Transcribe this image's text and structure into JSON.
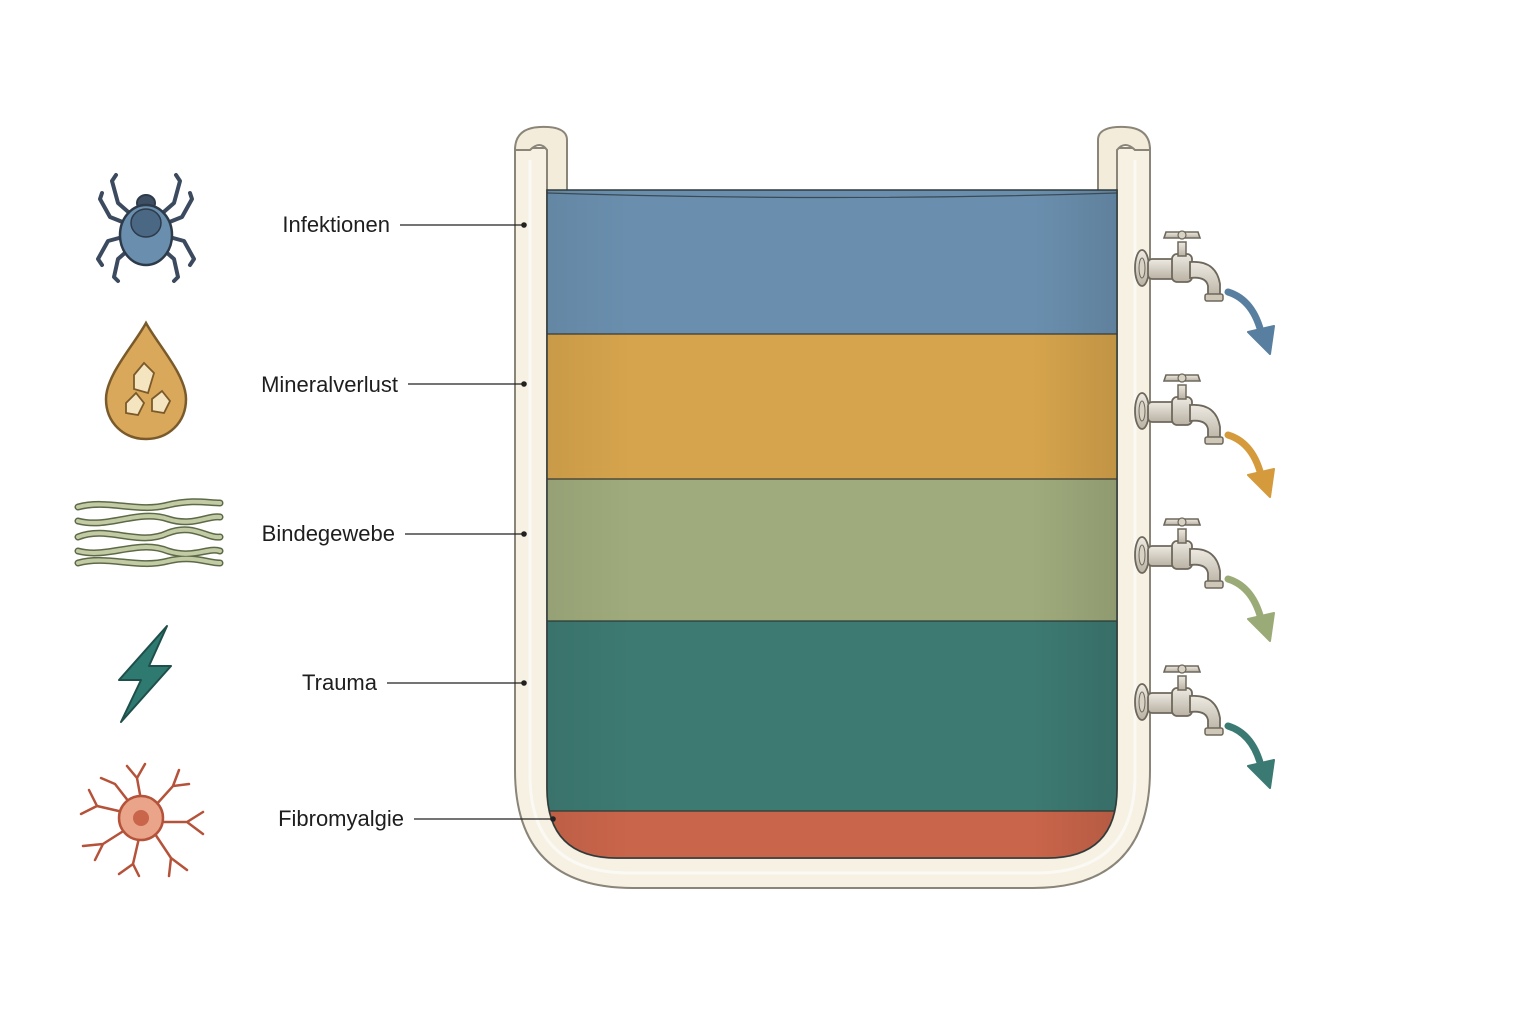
{
  "diagram": {
    "layers": [
      {
        "label": "Infektionen",
        "icon": "tick-icon",
        "color": "#6a8fae",
        "color_dark": "#55788f",
        "arrow_color": "#587fa0"
      },
      {
        "label": "Mineralverlust",
        "icon": "mineral-drop-icon",
        "color": "#d6a44c",
        "color_dark": "#c48e35",
        "arrow_color": "#d49a3c"
      },
      {
        "label": "Bindegewebe",
        "icon": "connective-fibers-icon",
        "color": "#9fab7c",
        "color_dark": "#8a9767",
        "arrow_color": "#9aab78"
      },
      {
        "label": "Trauma",
        "icon": "lightning-icon",
        "color": "#3d7a72",
        "color_dark": "#2f6a62",
        "arrow_color": "#3a7a72"
      },
      {
        "label": "Fibromyalgie",
        "icon": "nerve-cell-icon",
        "color": "#c9654a",
        "color_dark": "#b5523a",
        "arrow_color": "#c96f55"
      }
    ],
    "faucet_count": 4,
    "vessel_color": "#f6f1e3",
    "vessel_outline": "#8a8578"
  }
}
